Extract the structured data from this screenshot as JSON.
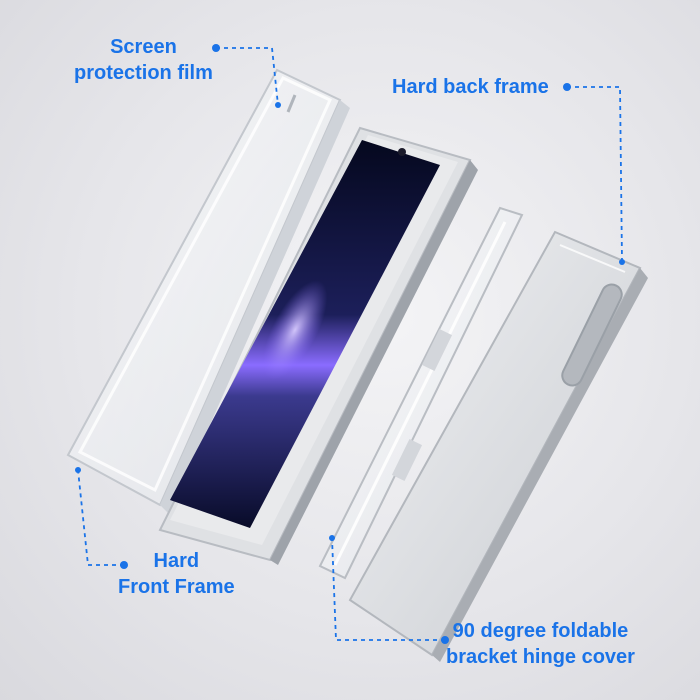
{
  "labels": {
    "screen_protection": {
      "line1": "Screen",
      "line2": "protection film"
    },
    "hard_back_frame": "Hard back frame",
    "hard_front_frame": {
      "line1": "Hard",
      "line2": "Front Frame"
    },
    "hinge_cover": {
      "line1": "90 degree foldable",
      "line2": "bracket hinge cover"
    }
  },
  "colors": {
    "accent": "#1a73e8",
    "background": "#e6e6ea",
    "screen_dark": "#0b1030",
    "screen_glow": "#8a6cff"
  }
}
